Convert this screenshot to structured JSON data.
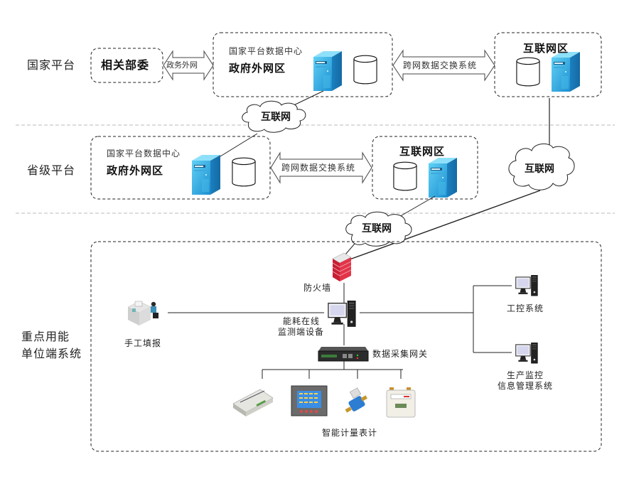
{
  "tiers": {
    "national": "国家平台",
    "provincial": "省级平台",
    "unit": [
      "重点用能",
      "单位端系统"
    ]
  },
  "national": {
    "ministry_box": "相关部委",
    "gov_link_arrow": "政务外网",
    "data_center_caption": "国家平台数据中心",
    "gov_zone_title": "政府外网区",
    "exchange_arrow": "跨网数据交换系统",
    "internet_zone_title": "互联网区"
  },
  "provincial": {
    "data_center_caption": "国家平台数据中心",
    "gov_zone_title": "政府外网区",
    "exchange_arrow": "跨网数据交换系统",
    "internet_zone_title": "互联网区"
  },
  "clouds": {
    "top": "互联网",
    "right": "互联网",
    "middle": "互联网"
  },
  "unit": {
    "firewall": "防火墙",
    "monitor_device": [
      "能耗在线",
      "监测端设备"
    ],
    "manual_entry": "手工填报",
    "gateway": "数据采集网关",
    "ics": "工控系统",
    "production": [
      "生产监控",
      "信息管理系统"
    ],
    "meters": "智能计量表计"
  },
  "colors": {
    "server_blue": "#2a9fd8",
    "server_light": "#56c8f0",
    "firewall_red": "#d0283c",
    "dash": "#333333",
    "separator": "#bbbbbb"
  }
}
